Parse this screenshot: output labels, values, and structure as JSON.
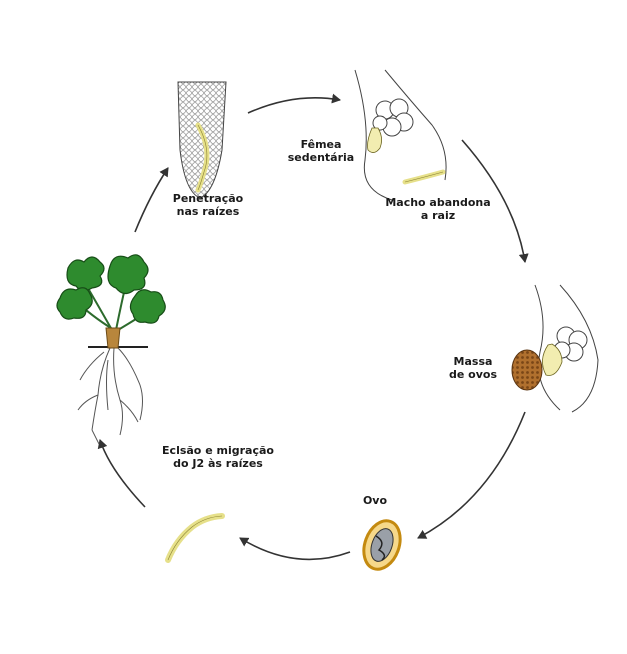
{
  "diagram": {
    "labels": {
      "penetration_line1": "Penetração",
      "penetration_line2": "nas raízes",
      "female_line1": "Fêmea",
      "female_line2": "sedentária",
      "male_line1": "Macho abandona",
      "male_line2": "a  raiz",
      "eggmass_line1": "Massa",
      "eggmass_line2": "de ovos",
      "egg": "Ovo",
      "hatch_line1": "Eclsão e migração",
      "hatch_line2": "do J2 às raízes"
    },
    "colors": {
      "leaf": "#2e8b2e",
      "worm": "#e6e08a",
      "egg_shell": "#d9a21e",
      "egg_mass": "#a0622a",
      "root": "#b8863c",
      "line": "#333333"
    }
  }
}
